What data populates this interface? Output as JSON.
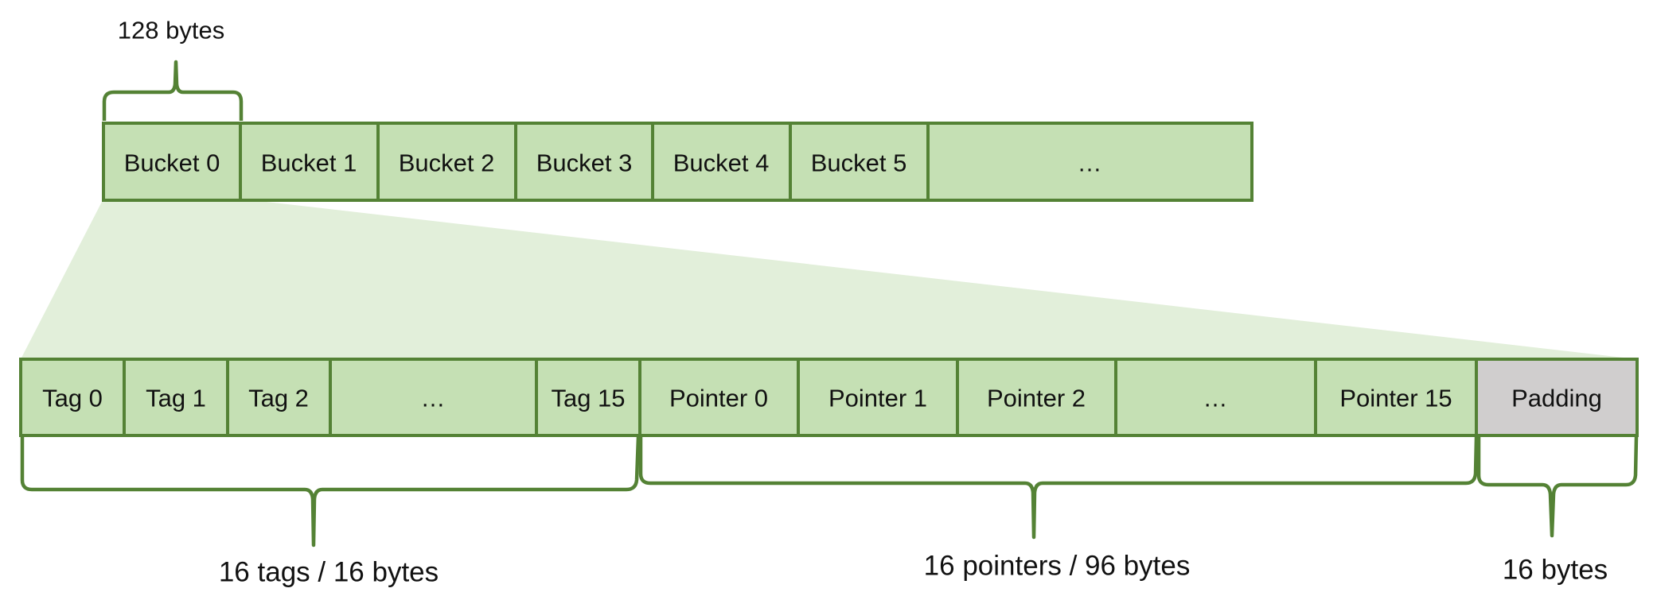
{
  "top_label": "128 bytes",
  "buckets": [
    "Bucket 0",
    "Bucket 1",
    "Bucket 2",
    "Bucket 3",
    "Bucket 4",
    "Bucket 5",
    "…"
  ],
  "detail_cells": [
    "Tag 0",
    "Tag 1",
    "Tag 2",
    "…",
    "Tag 15",
    "Pointer 0",
    "Pointer 1",
    "Pointer 2",
    "…",
    "Pointer 15",
    "Padding"
  ],
  "brace_labels": {
    "tags": "16 tags / 16 bytes",
    "pointers": "16 pointers / 96 bytes",
    "padding": "16 bytes"
  },
  "colors": {
    "cell_fill": "#C5E0B4",
    "padding_fill": "#D0CECE",
    "border": "#548235",
    "zoom_fill": "#E2EFDA"
  }
}
